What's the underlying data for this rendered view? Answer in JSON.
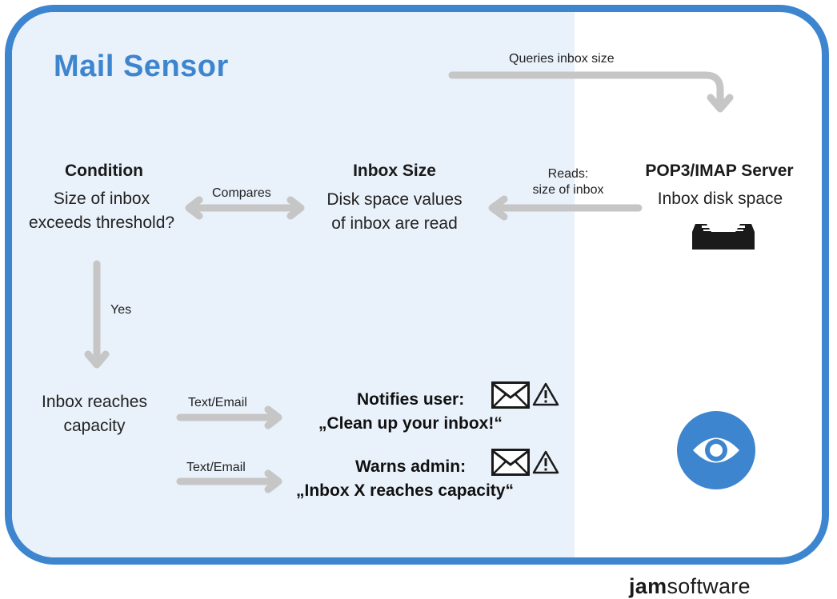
{
  "title": "Mail Sensor",
  "arrows": {
    "queries": "Queries inbox size",
    "reads": [
      "Reads:",
      "size of inbox"
    ],
    "compares": "Compares",
    "yes": "Yes",
    "text_email_1": "Text/Email",
    "text_email_2": "Text/Email"
  },
  "condition": {
    "heading": "Condition",
    "lines": [
      "Size of inbox",
      "exceeds threshold?"
    ]
  },
  "inbox_size": {
    "heading": "Inbox Size",
    "lines": [
      "Disk space values",
      "of inbox are read"
    ]
  },
  "server": {
    "heading": "POP3/IMAP Server",
    "line": "Inbox disk space"
  },
  "capacity": {
    "lines": [
      "Inbox reaches",
      "capacity"
    ]
  },
  "notify_user": {
    "label": "Notifies user:",
    "message": "„Clean up your inbox!“"
  },
  "warn_admin": {
    "label": "Warns admin:",
    "message": "„Inbox X reaches capacity“"
  },
  "logo": {
    "bold": "jam",
    "light": "software"
  },
  "colors": {
    "frame": "#3d85cf",
    "panel": "#e9f1fa",
    "arrow": "#c6c6c6",
    "eye_circle": "#3d85cf"
  },
  "icons": [
    "envelope-icon",
    "warning-icon",
    "inbox-tray-icon",
    "eye-icon"
  ]
}
